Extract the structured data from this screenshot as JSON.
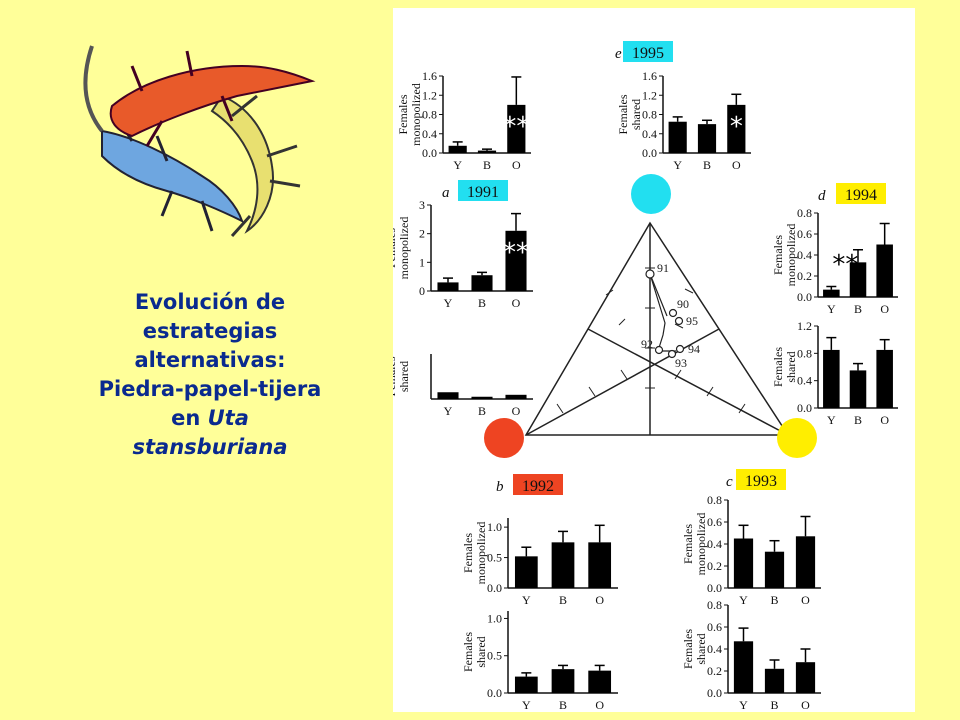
{
  "slide": {
    "title_lines": [
      "Evolución de",
      "estrategias",
      "alternativas:",
      "Piedra-papel-tijera"
    ],
    "title_last_prefix": "en ",
    "title_species_1": "Uta",
    "title_species_2": "stansburiana"
  },
  "colors": {
    "background": "#ffff99",
    "title": "#0a2a8f",
    "cyan": "#22dff0",
    "red": "#ee4422",
    "yellow": "#ffee00"
  },
  "triangle": {
    "points": [
      "91",
      "90",
      "95",
      "92",
      "94",
      "93"
    ]
  },
  "chart_data": [
    {
      "type": "bar",
      "panel": "e",
      "year": "1995",
      "year_color": "#22dff0",
      "ylabel": "Females monopolized",
      "categories": [
        "Y",
        "B",
        "O"
      ],
      "values": [
        0.15,
        0.05,
        1.0
      ],
      "errors": [
        0.08,
        0.03,
        0.58
      ],
      "yticks": [
        "0.0",
        "0.4",
        "0.8",
        "1.2",
        "1.6"
      ],
      "ylim": [
        0,
        1.6
      ],
      "annotation": "**"
    },
    {
      "type": "bar",
      "panel": "e",
      "year": "1995",
      "ylabel": "Females shared",
      "categories": [
        "Y",
        "B",
        "O"
      ],
      "values": [
        0.65,
        0.6,
        1.0
      ],
      "errors": [
        0.1,
        0.08,
        0.22
      ],
      "yticks": [
        "0.0",
        "0.4",
        "0.8",
        "1.2",
        "1.6"
      ],
      "ylim": [
        0,
        1.6
      ],
      "annotation": "*"
    },
    {
      "type": "bar",
      "panel": "a",
      "year": "1991",
      "year_color": "#22dff0",
      "ylabel": "Females monopolized",
      "categories": [
        "Y",
        "B",
        "O"
      ],
      "values": [
        0.3,
        0.55,
        2.1
      ],
      "errors": [
        0.15,
        0.1,
        0.6
      ],
      "yticks": [
        "0",
        "1",
        "2",
        "3"
      ],
      "ylim": [
        0,
        3
      ],
      "annotation": "**"
    },
    {
      "type": "bar",
      "panel": "a",
      "year": "1991",
      "ylabel": "Females shared",
      "categories": [
        "Y",
        "B",
        "O"
      ],
      "values": [
        0.45,
        0.15,
        0.28
      ],
      "errors": [
        0,
        0,
        0
      ],
      "yticks": [],
      "ylim": [
        0,
        3
      ]
    },
    {
      "type": "bar",
      "panel": "d",
      "year": "1994",
      "year_color": "#ffee00",
      "ylabel": "Females monopolized",
      "categories": [
        "Y",
        "B",
        "O"
      ],
      "values": [
        0.07,
        0.33,
        0.5
      ],
      "errors": [
        0.03,
        0.12,
        0.2
      ],
      "yticks": [
        "0.0",
        "0.2",
        "0.4",
        "0.6",
        "0.8"
      ],
      "ylim": [
        0,
        0.8
      ],
      "annotation": "**"
    },
    {
      "type": "bar",
      "panel": "d",
      "year": "1994",
      "ylabel": "Females shared",
      "categories": [
        "Y",
        "B",
        "O"
      ],
      "values": [
        0.85,
        0.55,
        0.85
      ],
      "errors": [
        0.18,
        0.1,
        0.15
      ],
      "yticks": [
        "0.0",
        "0.4",
        "0.8",
        "1.2"
      ],
      "ylim": [
        0,
        1.2
      ]
    },
    {
      "type": "bar",
      "panel": "b",
      "year": "1992",
      "year_color": "#ee4422",
      "ylabel": "Females monopolized",
      "categories": [
        "Y",
        "B",
        "O"
      ],
      "values": [
        0.52,
        0.75,
        0.75
      ],
      "errors": [
        0.15,
        0.18,
        0.28
      ],
      "yticks": [
        "0.0",
        "0.5",
        "1.0"
      ],
      "ylim": [
        0,
        1.15
      ]
    },
    {
      "type": "bar",
      "panel": "b",
      "year": "1992",
      "ylabel": "Females shared",
      "categories": [
        "Y",
        "B",
        "O"
      ],
      "values": [
        0.22,
        0.32,
        0.3
      ],
      "errors": [
        0.05,
        0.05,
        0.07
      ],
      "yticks": [
        "0.0",
        "0.5",
        "1.0"
      ],
      "ylim": [
        0,
        1.1
      ]
    },
    {
      "type": "bar",
      "panel": "c",
      "year": "1993",
      "year_color": "#ffee00",
      "ylabel": "Females monopolized",
      "categories": [
        "Y",
        "B",
        "O"
      ],
      "values": [
        0.45,
        0.33,
        0.47
      ],
      "errors": [
        0.12,
        0.1,
        0.18
      ],
      "yticks": [
        "0.0",
        "0.2",
        "0.4",
        "0.6",
        "0.8"
      ],
      "ylim": [
        0,
        0.8
      ]
    },
    {
      "type": "bar",
      "panel": "c",
      "year": "1993",
      "ylabel": "Females shared",
      "categories": [
        "Y",
        "B",
        "O"
      ],
      "values": [
        0.47,
        0.22,
        0.28
      ],
      "errors": [
        0.12,
        0.08,
        0.12
      ],
      "yticks": [
        "0.0",
        "0.2",
        "0.4",
        "0.6",
        "0.8"
      ],
      "ylim": [
        0,
        0.8
      ]
    }
  ]
}
